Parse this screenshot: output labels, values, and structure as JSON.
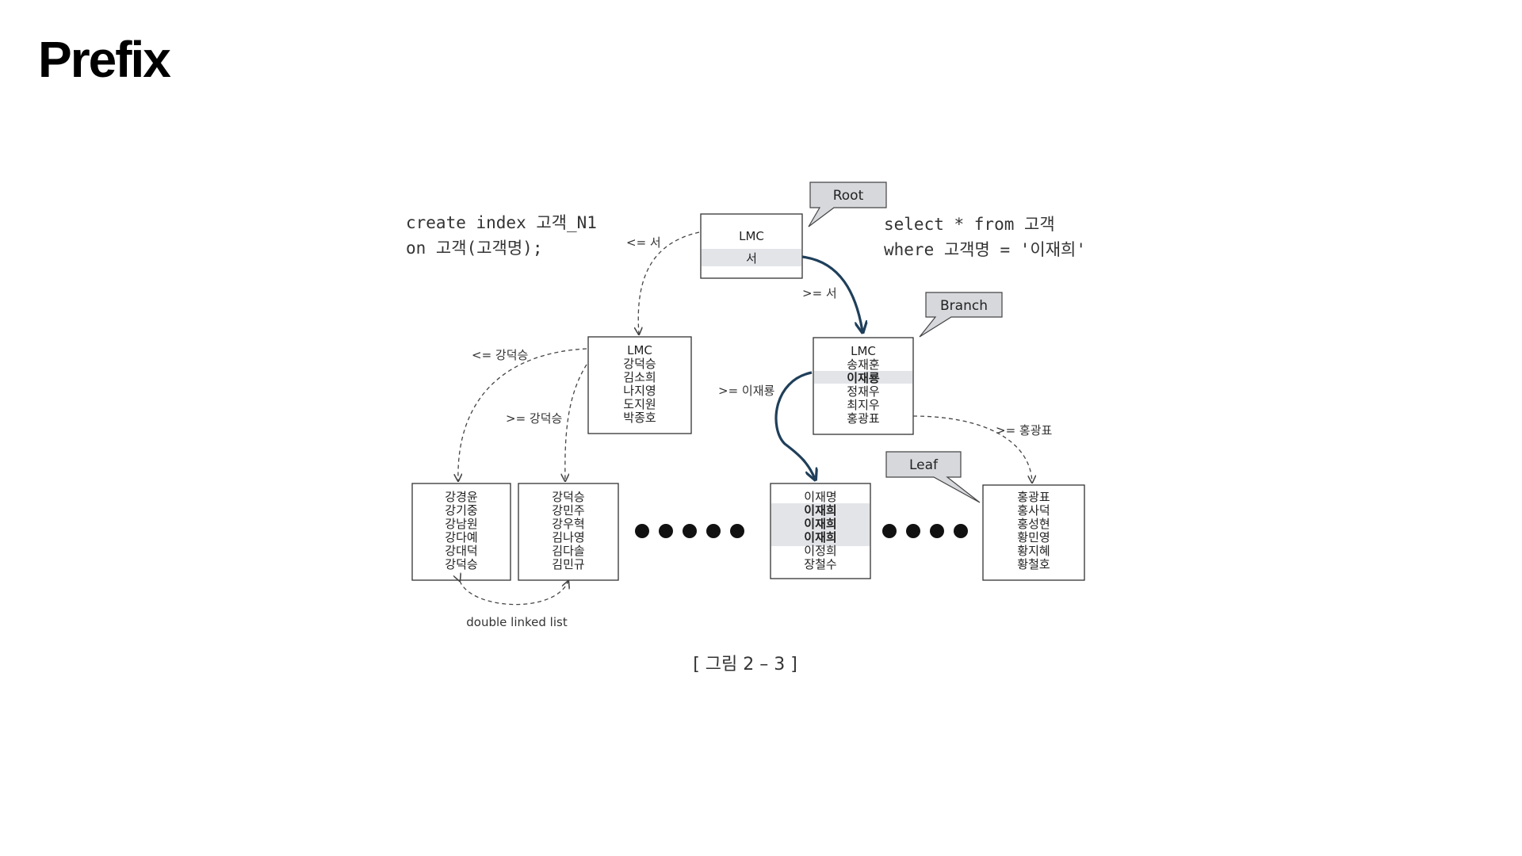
{
  "slide": {
    "title": "Prefix"
  },
  "code": {
    "create_line1": "create index 고객_N1",
    "create_line2": "on 고객(고객명);",
    "select_line1": "select * from 고객",
    "select_line2": "where  고객명 = '이재희'"
  },
  "callouts": {
    "root": "Root",
    "branch": "Branch",
    "leaf": "Leaf"
  },
  "nodes": {
    "root": [
      "LMC",
      "서"
    ],
    "branch_left": [
      "LMC",
      "강덕승",
      "김소희",
      "나지영",
      "도지원",
      "박종호"
    ],
    "branch_right": [
      "LMC",
      "송재훈",
      "이재룡",
      "정재우",
      "최지우",
      "홍광표"
    ],
    "leaf1": [
      "강경윤",
      "강기중",
      "강남원",
      "강다예",
      "강대덕",
      "강덕승"
    ],
    "leaf2": [
      "강덕승",
      "강민주",
      "강우혁",
      "김나영",
      "김다솔",
      "김민규"
    ],
    "leaf3": [
      "이재명",
      "이재희",
      "이재희",
      "이재희",
      "이정희",
      "장철수"
    ],
    "leaf4": [
      "홍광표",
      "홍사덕",
      "홍성현",
      "황민영",
      "황지혜",
      "황철호"
    ]
  },
  "edge_labels": {
    "root_left": "<= 서",
    "root_right": ">= 서",
    "bl_leaf1": "<= 강덕승",
    "bl_leaf2": ">= 강덕승",
    "br_leaf3": ">= 이재룡",
    "br_leaf4": ">= 홍광표"
  },
  "linked_list_label": "double linked list",
  "caption": "[ 그림 2 – 3 ]"
}
